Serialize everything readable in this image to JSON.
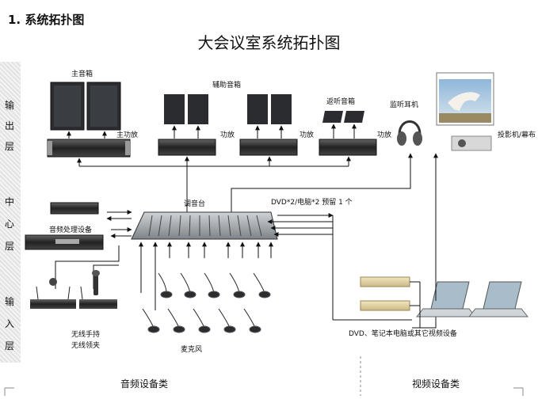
{
  "heading": "1. 系统拓扑图",
  "title": "大会议室系统拓扑图",
  "layers": {
    "output": [
      "输",
      "出",
      "层"
    ],
    "center": [
      "中",
      "心",
      "层"
    ],
    "input": [
      "输",
      "入",
      "层"
    ]
  },
  "labels": {
    "main_speaker": "主音箱",
    "aux_speaker": "辅助音箱",
    "return_speaker": "返听音箱",
    "monitor_headphone": "监听耳机",
    "projector": "投影机/幕布",
    "main_amp": "主功放",
    "amp": "功放",
    "mixer": "调音台",
    "dvd_pc": "DVD*2/电脑*2 预留 1 个",
    "audio_processor": "音频处理设备",
    "wireless_handheld": "无线手持",
    "wireless_lapel": "无线领夹",
    "mic": "麦克风",
    "video_sources": "DVD、笔记本电脑或其它视频设备"
  },
  "footer": {
    "audio": "音频设备类",
    "video": "视频设备类"
  }
}
